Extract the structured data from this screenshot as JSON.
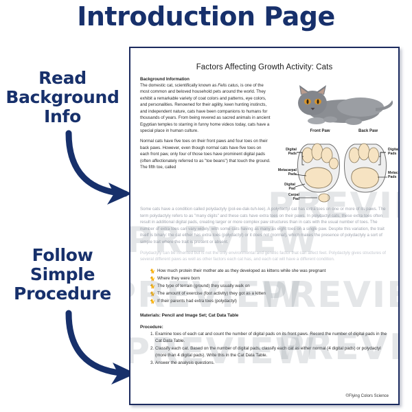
{
  "header": {
    "title": "Introduction Page"
  },
  "callouts": [
    {
      "name": "read-background-info",
      "text": "Read\nBackground\nInfo"
    },
    {
      "name": "follow-simple-procedure",
      "text": "Follow\nSimple\nProcedure"
    }
  ],
  "colors": {
    "navy": "#17306b",
    "page_border": "#1b2a5e",
    "watermark": "rgba(120,128,142,0.20)",
    "paw_pad": "#f6e3c2",
    "cat_gray": "#8b8e93"
  },
  "worksheet": {
    "title": "Factors Affecting Growth Activity: Cats",
    "background_heading": "Background Information",
    "paragraphs": [
      "The domestic cat, scientifically known as Felis catus, is one of the most common and beloved household pets around the world. They exhibit a remarkable variety of coat colors and patterns, eye colors, and personalities. Renowned for their agility, keen hunting instincts, and independent nature, cats have been companions to humans for thousands of years. From being revered as sacred animals in ancient Egyptian temples to starring in funny home videos today, cats have a special place in human culture.",
      "Normal cats have five toes on their front paws and four toes on their back paws. However, even though normal cats have five toes on each front paw, only four of those toes have prominent digital pads (often affectionately referred to as \"toe beans\") that touch the ground. The fifth toe, called"
    ],
    "paragraph_italic_term": "Felis catus",
    "wide_paragraphs": [
      "Some cats have a condition called polydactyly (pol-ee-dak-tuh-lee). A polydactyl cat has extra toes on one or more of its paws. The term polydactyly refers to as \"many digits\" and these cats have extra toes on their paws. In polydactyl cats, these extra toes often result in additional digital pads, creating larger or more complex paw structures than in cats with the usual number of toes. The number of extra toes can vary widely, with some cats having as many as eight toes on a single paw. Despite this variation, the trait itself is binary: the cat either has extra toes (polydactyl) or it does not (normal), which makes the presence of polydactyly a sort of simple trait where the trait is present or absent.",
      "Polydactyly can be inherited but is not the only environmental and genetic factor that can affect feet. Polydactyly gives structures of several different paws as well as other factors each cat has, and each cat will have a different condition."
    ],
    "bullets": [
      "How much protein their mother ate as they developed as kittens while she was pregnant",
      "Where they were born",
      "The type of terrain (ground) they usually walk on",
      "The amount of exercise (foot activity) they got as a kitten",
      "If their parents had extra toes (polydactyl)"
    ],
    "materials_line": "Materials: Pencil and Image Set; Cat Data Table",
    "procedure_heading": "Procedure:",
    "procedure": [
      "Examine toes of each cat and count the number of digital pads on its front paws. Record the number of digital pads in the Cat Data Table.",
      "Classify each cat. Based on the number of digital pads, classify each cat as either normal (4 digital pads) or polydactyl (more than 4 digital pads). Write this in the Cat Data Table.",
      "Answer the analysis questions."
    ],
    "footer": "©Flying Colors Science",
    "figures": {
      "front_paw_caption": "Front Paw",
      "back_paw_caption": "Back Paw",
      "labels": {
        "digital_pads_left": "Digital\nPads",
        "digital_pads_right": "Digital\nPads",
        "metacarpal_left": "Metacarpal\nPads",
        "metacarpal_right": "Metacarpal\nPads",
        "digital_pad_single": "Digital\nPad",
        "carpal_pad": "Carpal\nPad"
      }
    }
  },
  "watermark": {
    "text": "PREVIEW"
  }
}
